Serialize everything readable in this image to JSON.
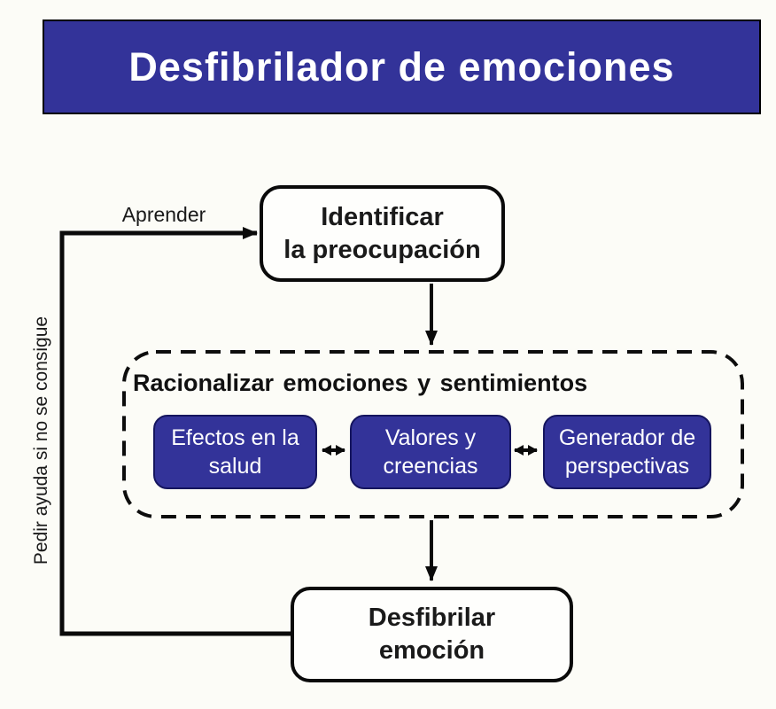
{
  "banner": {
    "title": "Desfibrilador de emociones",
    "bg_color": "#333399",
    "text_color": "#ffffff"
  },
  "labels": {
    "aprender": "Aprender",
    "pedir_ayuda": "Pedir ayuda si no se consigue"
  },
  "nodes": {
    "identify": {
      "line1": "Identificar",
      "line2": "la preocupación"
    },
    "rationalize": {
      "title": "Racionalizar emociones y sentimientos",
      "children": [
        {
          "line1": "Efectos en la",
          "line2": "salud"
        },
        {
          "line1": "Valores y",
          "line2": "creencias"
        },
        {
          "line1": "Generador de",
          "line2": "perspectivas"
        }
      ]
    },
    "defibrillate": {
      "line1": "Desfibrilar",
      "line2": "emoción"
    }
  },
  "colors": {
    "accent_blue": "#333399",
    "line_black": "#000000",
    "box_fill": "#fefefc"
  }
}
